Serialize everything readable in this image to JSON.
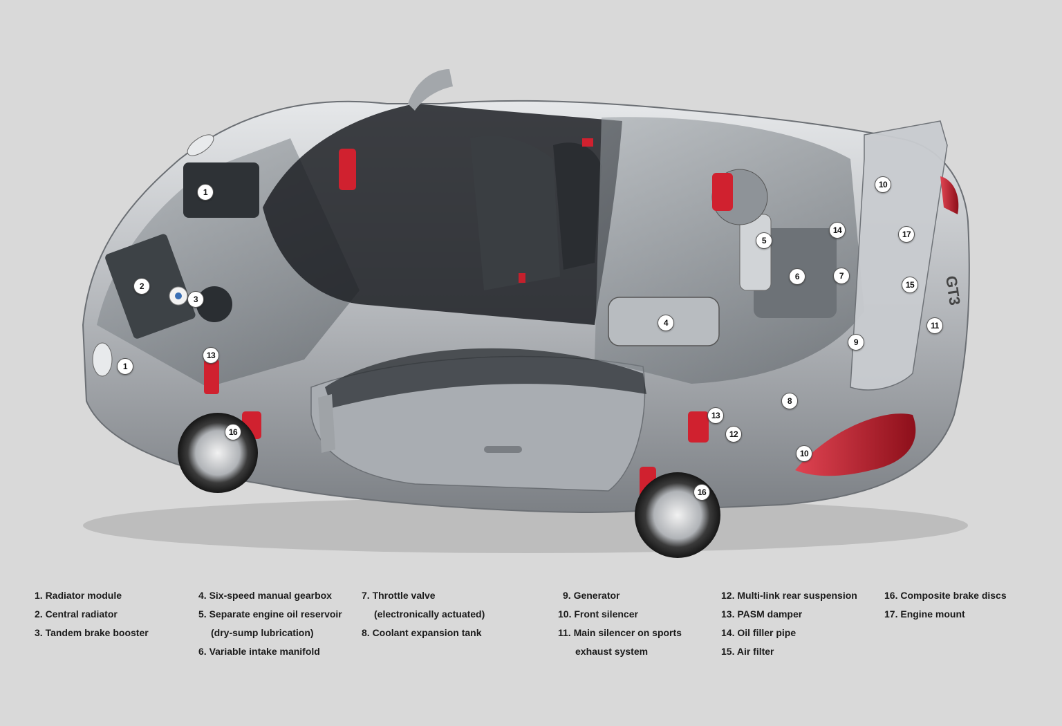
{
  "markers": [
    {
      "label": "1"
    },
    {
      "label": "2"
    },
    {
      "label": "3"
    },
    {
      "label": "13"
    },
    {
      "label": "1"
    },
    {
      "label": "16"
    },
    {
      "label": "4"
    },
    {
      "label": "5"
    },
    {
      "label": "6"
    },
    {
      "label": "7"
    },
    {
      "label": "9"
    },
    {
      "label": "10"
    },
    {
      "label": "14"
    },
    {
      "label": "17"
    },
    {
      "label": "15"
    },
    {
      "label": "11"
    },
    {
      "label": "8"
    },
    {
      "label": "13"
    },
    {
      "label": "12"
    },
    {
      "label": "10"
    },
    {
      "label": "16"
    }
  ],
  "legend": {
    "col1": [
      "1. Radiator module",
      "2. Central radiator",
      "3. Tandem brake booster"
    ],
    "col2": [
      "4. Six-speed manual gearbox",
      "5. Separate engine oil reservoir",
      "(dry-sump lubrication)",
      "6. Variable intake manifold"
    ],
    "col3": [
      "7. Throttle valve",
      "(electronically actuated)",
      "8. Coolant expansion tank"
    ],
    "col4": [
      "9. Generator",
      "10. Front silencer",
      "11. Main silencer on sports",
      "exhaust system"
    ],
    "col5": [
      "12. Multi-link rear suspension",
      "13. PASM damper",
      "14. Oil filler pipe",
      "15. Air filter"
    ],
    "col6": [
      "16. Composite brake discs",
      "17. Engine mount"
    ]
  },
  "badge_text": "GT3",
  "colors": {
    "background": "#d9d9d9",
    "body_silver": "#b9bcc0",
    "accent_red": "#d0212f"
  }
}
